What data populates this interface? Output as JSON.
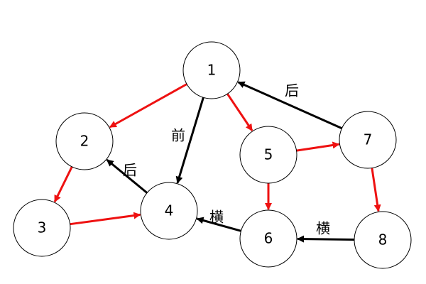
{
  "colors": {
    "tree_edge": "#ee1111",
    "other_edge": "#000000",
    "node_stroke": "#000000"
  },
  "nodes": [
    {
      "id": "1",
      "label": "1"
    },
    {
      "id": "2",
      "label": "2"
    },
    {
      "id": "3",
      "label": "3"
    },
    {
      "id": "4",
      "label": "4"
    },
    {
      "id": "5",
      "label": "5"
    },
    {
      "id": "6",
      "label": "6"
    },
    {
      "id": "7",
      "label": "7"
    },
    {
      "id": "8",
      "label": "8"
    }
  ],
  "edges": [
    {
      "from": "1",
      "to": "2",
      "kind": "tree"
    },
    {
      "from": "2",
      "to": "3",
      "kind": "tree"
    },
    {
      "from": "3",
      "to": "4",
      "kind": "tree"
    },
    {
      "from": "1",
      "to": "5",
      "kind": "tree"
    },
    {
      "from": "5",
      "to": "7",
      "kind": "tree"
    },
    {
      "from": "5",
      "to": "6",
      "kind": "tree"
    },
    {
      "from": "7",
      "to": "8",
      "kind": "tree"
    },
    {
      "from": "1",
      "to": "4",
      "kind": "other",
      "label": "前"
    },
    {
      "from": "4",
      "to": "2",
      "kind": "other",
      "label": "后"
    },
    {
      "from": "7",
      "to": "1",
      "kind": "other",
      "label": "后"
    },
    {
      "from": "6",
      "to": "4",
      "kind": "other",
      "label": "横"
    },
    {
      "from": "8",
      "to": "6",
      "kind": "other",
      "label": "横"
    }
  ]
}
